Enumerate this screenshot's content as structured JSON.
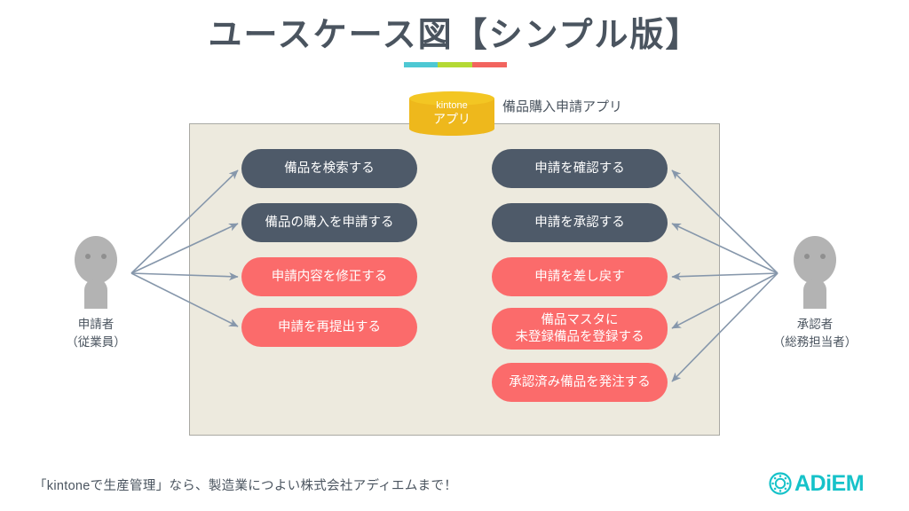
{
  "slide": {
    "title": "ユースケース図【シンプル版】",
    "underline_colors": [
      "#4ec8d3",
      "#b4d934",
      "#f2645e"
    ]
  },
  "system": {
    "app_icon": {
      "name": "kintone",
      "sub": "アプリ",
      "color": "#eeb81c"
    },
    "caption": "備品購入申請アプリ",
    "boundary_fill": "#edeade",
    "boundary_border": "#a9a9a3"
  },
  "colors": {
    "usecase_dark": "#4e5a69",
    "usecase_red": "#fb6b6b",
    "actor_gray": "#b3b3b3",
    "arrow": "#8697ab",
    "text_dark": "#4a545f",
    "brand": "#16c2c9"
  },
  "usecases": {
    "left": [
      {
        "id": "uc-search",
        "label": "備品を検索する",
        "style": "dark"
      },
      {
        "id": "uc-request",
        "label": "備品の購入を申請する",
        "style": "dark"
      },
      {
        "id": "uc-fix",
        "label": "申請内容を修正する",
        "style": "red"
      },
      {
        "id": "uc-resubmit",
        "label": "申請を再提出する",
        "style": "red"
      }
    ],
    "right": [
      {
        "id": "uc-confirm",
        "label": "申請を確認する",
        "style": "dark"
      },
      {
        "id": "uc-approve",
        "label": "申請を承認する",
        "style": "dark"
      },
      {
        "id": "uc-reject",
        "label": "申請を差し戻す",
        "style": "red"
      },
      {
        "id": "uc-master",
        "label_line1": "備品マスタに",
        "label_line2": "未登録備品を登録する",
        "style": "red"
      },
      {
        "id": "uc-order",
        "label": "承認済み備品を発注する",
        "style": "red"
      }
    ]
  },
  "actors": {
    "applicant": {
      "name": "申請者",
      "role": "（従業員）"
    },
    "approver": {
      "name": "承認者",
      "role": "（総務担当者）"
    }
  },
  "footer": {
    "text": "「kintoneで生産管理」なら、製造業につよい株式会社アディエムまで！",
    "brand": "ADiEM"
  }
}
